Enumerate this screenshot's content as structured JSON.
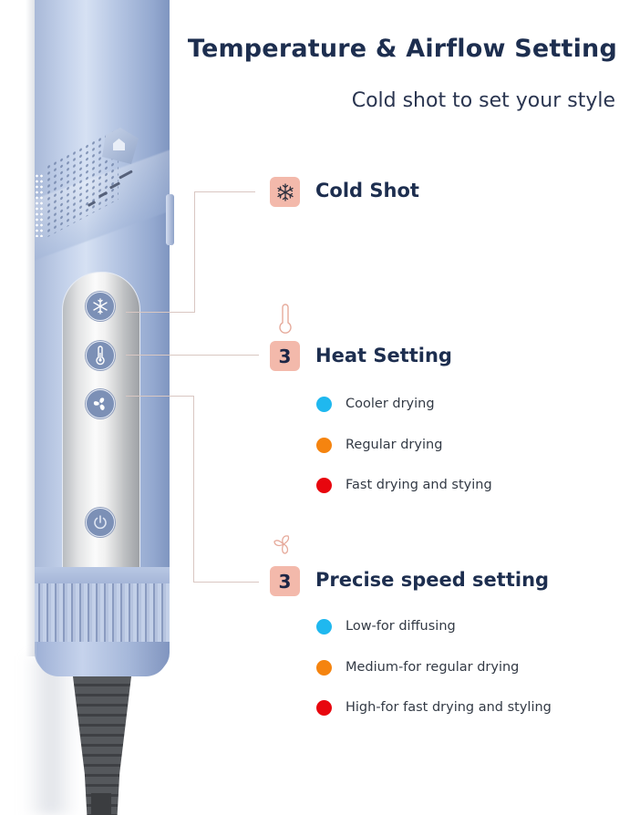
{
  "header": {
    "title": "Temperature & Airflow Setting",
    "subtitle": "Cold shot to set your style"
  },
  "features": [
    {
      "id": "cold-shot",
      "badge_icon": "snowflake-icon",
      "label": "Cold Shot",
      "bullets": []
    },
    {
      "id": "heat-setting",
      "top_icon": "thermometer-icon",
      "badge": "3",
      "label": "Heat Setting",
      "bullets": [
        {
          "color": "#1fb8ef",
          "text": "Cooler drying"
        },
        {
          "color": "#f5840f",
          "text": "Regular drying"
        },
        {
          "color": "#e8060e",
          "text": "Fast drying and stying"
        }
      ]
    },
    {
      "id": "speed-setting",
      "top_icon": "fan-icon",
      "badge": "3",
      "label": "Precise speed setting",
      "bullets": [
        {
          "color": "#1fb8ef",
          "text": "Low-for diffusing"
        },
        {
          "color": "#f5840f",
          "text": "Medium-for regular drying"
        },
        {
          "color": "#e8060e",
          "text": "High-for fast drying and styling"
        }
      ]
    }
  ],
  "device": {
    "buttons": [
      "snowflake-icon",
      "thermometer-icon",
      "fan-icon",
      "power-icon"
    ]
  },
  "colors": {
    "title": "#1d2e4f",
    "badge_bg": "#f3b9ab",
    "leader_line": "#d9c7c2",
    "handle_blue": "#a9b9d8"
  }
}
